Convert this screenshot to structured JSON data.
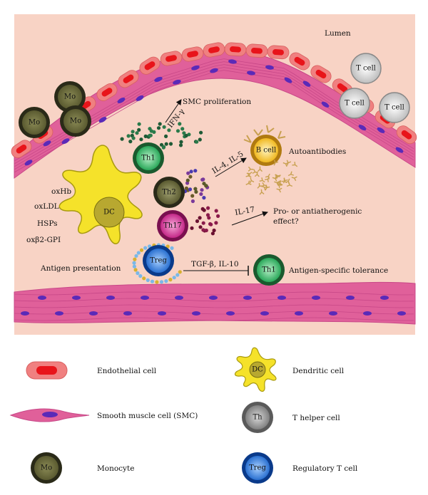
{
  "diagram": {
    "lumen_label": "Lumen",
    "cells": {
      "mo": "Mo",
      "t_cell": "T cell",
      "th1": "Th1",
      "th2": "Th2",
      "th17": "Th17",
      "treg": "Treg",
      "dc": "DC",
      "b_cell": "B cell",
      "th1_target": "Th1"
    },
    "antigens": [
      "oxHb",
      "oxLDL",
      "HSPs",
      "oxβ2-GPI"
    ],
    "labels": {
      "smc_proliferation": "SMC proliferation",
      "ifn_gamma": "IFN-γ",
      "il4_il5": "IL-4, IL-5",
      "autoantibodies": "Autoantibodies",
      "il17": "IL-17",
      "pro_anti_line1": "Pro- or antiatherogenic",
      "pro_anti_line2": "effect?",
      "antigen_presentation": "Antigen presentation",
      "tgf_il10": "TGF-β, IL-10",
      "tolerance": "Antigen-specific tolerance"
    }
  },
  "legend": {
    "endothelial": "Endothelial cell",
    "smc": "Smooth muscle cell (SMC)",
    "monocyte": "Monocyte",
    "monocyte_icon": "Mo",
    "dendritic": "Dendritic cell",
    "dendritic_icon": "DC",
    "th": "T helper cell",
    "th_icon": "Th",
    "treg": "Regulatory T cell",
    "treg_icon": "Treg"
  },
  "colors": {
    "background": "#f8d3c5",
    "endothelial_outer": "#f08080",
    "endothelial_core": "#e8141a",
    "smc_band": "#e0609a",
    "smc_nucleus": "#5a2ab8",
    "monocyte": "#6b6b3a",
    "t_cell": "#e8e8e8",
    "th1": "#3ec46a",
    "th2": "#6b6b3a",
    "th17": "#d63b9c",
    "treg": "#3a8de8",
    "dc": "#f5e22a",
    "b_cell": "#f5c82a",
    "antibody": "#c8a050"
  }
}
